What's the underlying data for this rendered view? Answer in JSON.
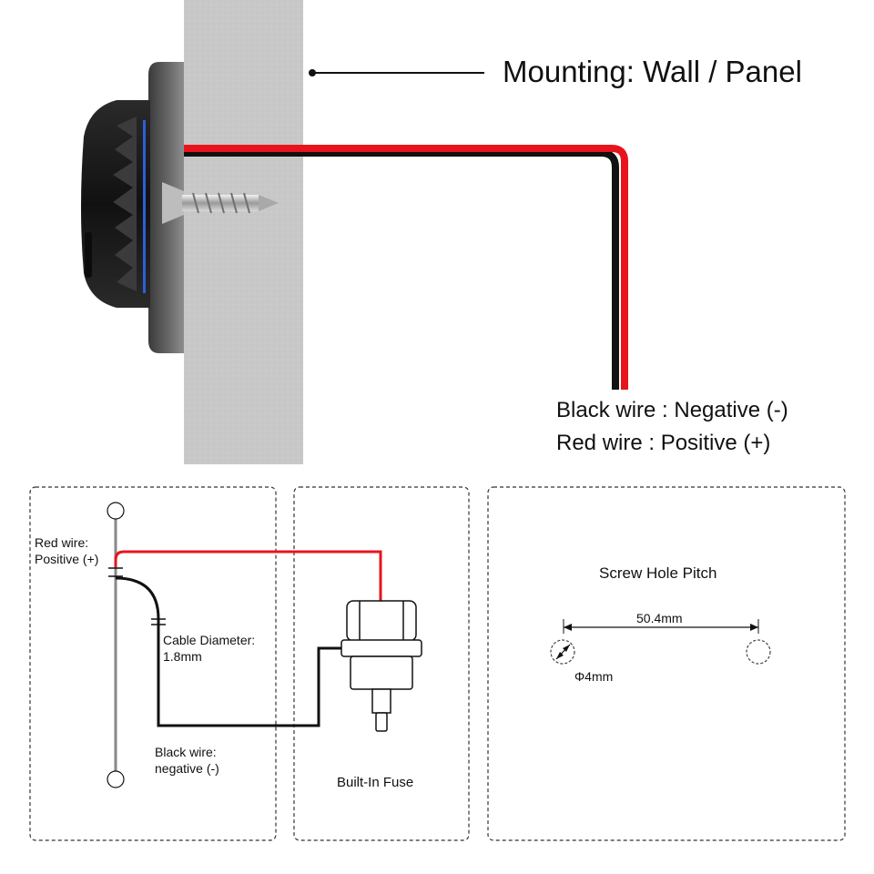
{
  "top": {
    "mounting_label": "Mounting: Wall / Panel",
    "black_wire_label": "Black wire : Negative (-)",
    "red_wire_label": "Red wire : Positive (+)"
  },
  "wiring_panel": {
    "red_wire_label_line1": "Red wire:",
    "red_wire_label_line2": "Positive (+)",
    "cable_diameter_line1": "Cable Diameter:",
    "cable_diameter_line2": "1.8mm",
    "black_wire_label_line1": "Black wire:",
    "black_wire_label_line2": "negative (-)"
  },
  "fuse_panel": {
    "label": "Built-In Fuse"
  },
  "screw_panel": {
    "title": "Screw Hole Pitch",
    "pitch": "50.4mm",
    "hole_diameter": "Φ4mm"
  },
  "colors": {
    "red_wire": "#e8141b",
    "black_wire": "#111111",
    "wall": "#c9c9c9",
    "device_body": "#1a1a1a",
    "accent_blue": "#2d5fd8"
  }
}
